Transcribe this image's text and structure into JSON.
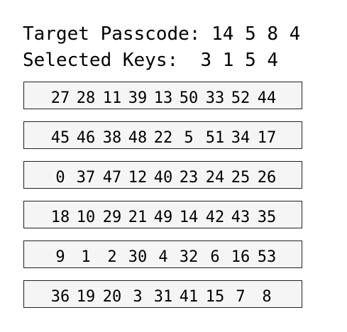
{
  "target": {
    "label": "Target Passcode:",
    "values": [
      "14",
      "5",
      "8",
      "4"
    ],
    "text": "Target Passcode: 14 5 8 4"
  },
  "selected": {
    "label": "Selected Keys:",
    "values": [
      "3",
      "1",
      "5",
      "4"
    ],
    "text": "Selected Keys:  3 1 5 4"
  },
  "keypad": {
    "rows": [
      [
        "27",
        "28",
        "11",
        "39",
        "13",
        "50",
        "33",
        "52",
        "44"
      ],
      [
        "45",
        "46",
        "38",
        "48",
        "22",
        "5",
        "51",
        "34",
        "17"
      ],
      [
        "0",
        "37",
        "47",
        "12",
        "40",
        "23",
        "24",
        "25",
        "26"
      ],
      [
        "18",
        "10",
        "29",
        "21",
        "49",
        "14",
        "42",
        "43",
        "35"
      ],
      [
        "9",
        "1",
        "2",
        "30",
        "4",
        "32",
        "6",
        "16",
        "53"
      ],
      [
        "36",
        "19",
        "20",
        "3",
        "31",
        "41",
        "15",
        "7",
        "8"
      ]
    ]
  }
}
